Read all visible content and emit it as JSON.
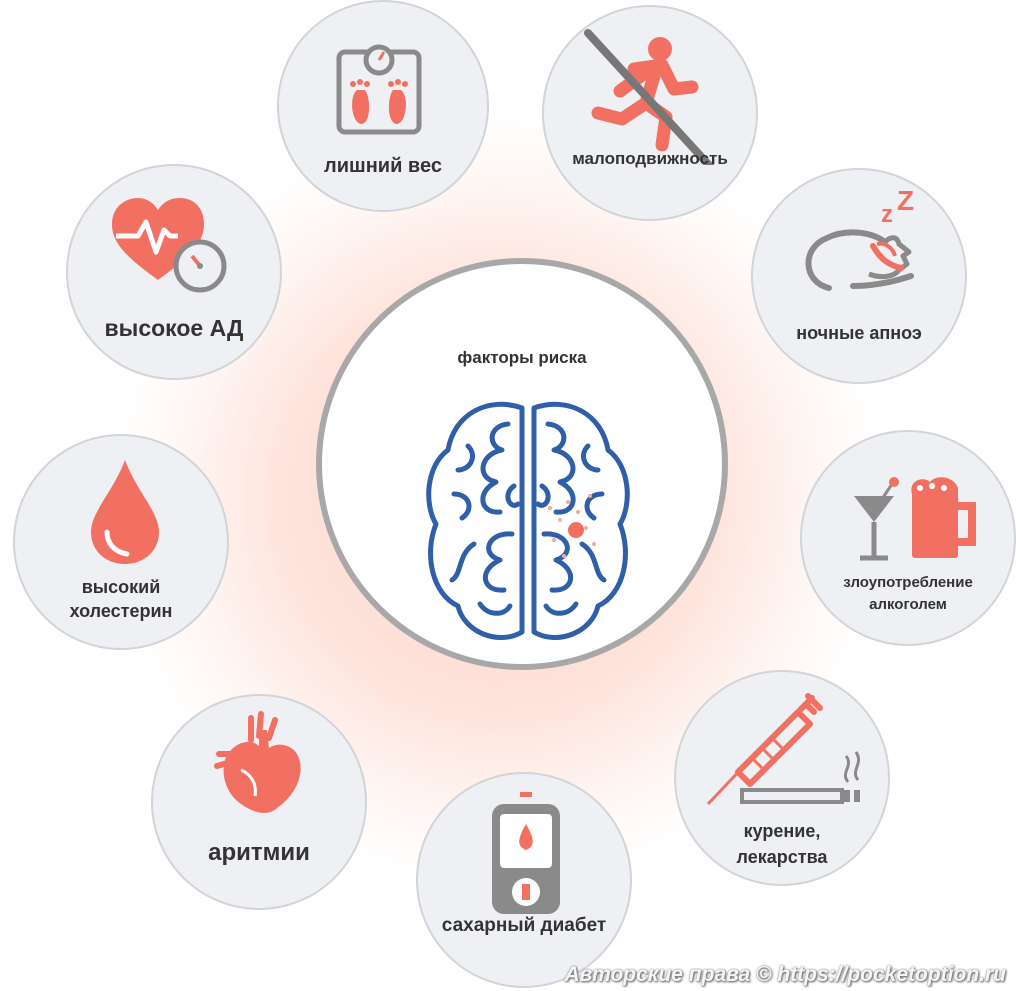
{
  "center": {
    "title": "факторы риска"
  },
  "factors": {
    "weight": {
      "label": "лишний вес",
      "icon": "scale-icon"
    },
    "inactivity": {
      "label": "малоподвижность",
      "icon": "no-running-icon"
    },
    "apnea": {
      "label": "ночные апноэ",
      "icon": "sleep-apnea-icon"
    },
    "alcohol": {
      "line1": "злоупотребление",
      "line2": "алкоголем",
      "icon": "drinks-icon"
    },
    "smoking": {
      "line1": "курение,",
      "line2": "лекарства",
      "icon": "syringe-cigarette-icon"
    },
    "diabetes": {
      "label": "сахарный диабет",
      "icon": "glucometer-icon"
    },
    "arrhythmia": {
      "label": "аритмии",
      "icon": "heart-icon"
    },
    "cholesterol": {
      "line1": "высокий",
      "line2": "холестерин",
      "icon": "blood-drop-icon"
    },
    "bp": {
      "label": "высокое АД",
      "icon": "heart-pressure-icon"
    }
  },
  "watermark": "Авторские права © https://pocketoption.ru",
  "colors": {
    "accent": "#f27062",
    "icon_gray": "#8a8a8a",
    "brain_blue": "#2e5fa8",
    "circle_fill": "#eef0f3"
  }
}
